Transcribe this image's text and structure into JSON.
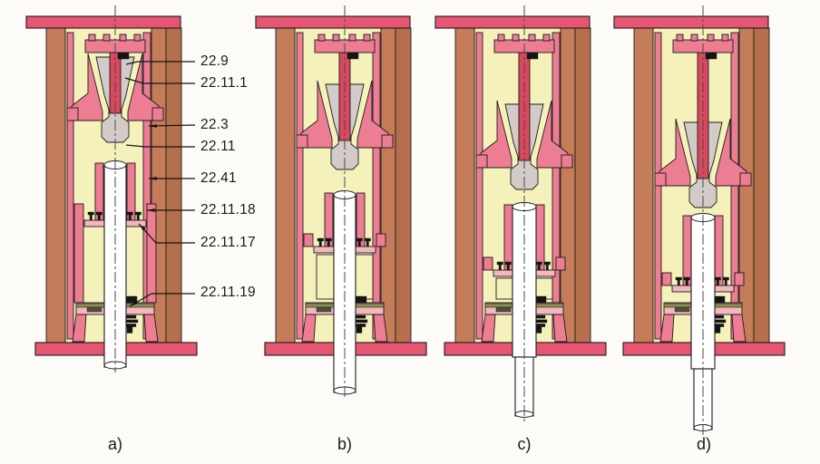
{
  "figure": {
    "kind": "mold cross-section opening sequence",
    "stages": [
      {
        "id": "a",
        "caption": "a)"
      },
      {
        "id": "b",
        "caption": "b)"
      },
      {
        "id": "c",
        "caption": "c)"
      },
      {
        "id": "d",
        "caption": "d)"
      }
    ],
    "annotations": [
      {
        "text": "22.9"
      },
      {
        "text": "22.11.1"
      },
      {
        "text": "22.3"
      },
      {
        "text": "22.11"
      },
      {
        "text": "22.41"
      },
      {
        "text": "22.11.18"
      },
      {
        "text": "22.11.17"
      },
      {
        "text": "22.11.19"
      }
    ]
  },
  "colors": {
    "background": "#fcfbf7",
    "flange_pink": "#e65672",
    "part_pink": "#ec7d92",
    "light_pink": "#f3b7bd",
    "pin_red": "#d8495f",
    "wall_brown": "#c57c59",
    "wall_brown_dark": "#b56f4c",
    "cavity_yellow": "#f5f1ba",
    "slider_gray": "#d2cbc8",
    "plate_olive": "#8f8f52",
    "outline": "#1c1c1c",
    "detail_black": "#141414"
  }
}
